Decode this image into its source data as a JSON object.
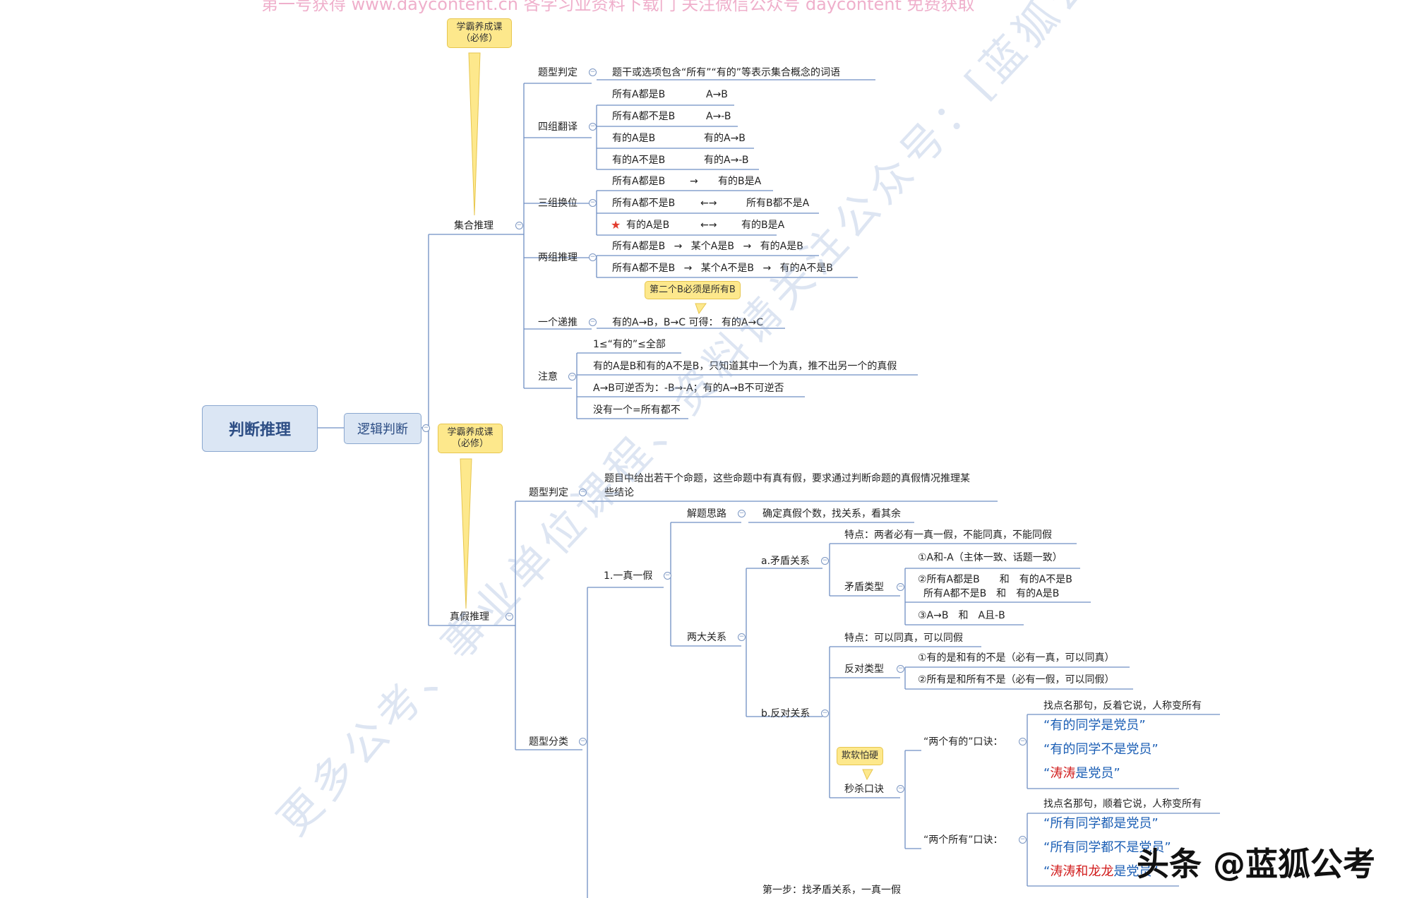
{
  "top_text": "第一号获得 www.daycontent.cn 各学习业资料下载门 关注微信公众号 daycontent 免费获取",
  "watermark": "更多公考、事业单位课程、资料请关注公众号：[蓝狐公考]",
  "brand": "头条 @蓝狐公考",
  "root": "判断推理",
  "sub": "逻辑判断",
  "callout_course": "学霸养成课\n（必修）",
  "callout_second_b": "第二个B必须是所有B",
  "callout_soft": "欺软怕硬",
  "set": {
    "title": "集合推理",
    "type_judge": "题型判定",
    "type_judge_text": "题干或选项包含“所有”“有的”等表示集合概念的词语",
    "four": "四组翻译",
    "four_rows": [
      [
        "所有A都是B",
        "A→B"
      ],
      [
        "所有A都不是B",
        "A→-B"
      ],
      [
        "有的A是B",
        "有的A→B"
      ],
      [
        "有的A不是B",
        "有的A→-B"
      ]
    ],
    "three": "三组换位",
    "three_rows": [
      [
        "所有A都是B",
        "→",
        "有的B是A"
      ],
      [
        "所有A都不是B",
        "←→",
        "所有B都不是A"
      ],
      [
        "有的A是B",
        "←→",
        "有的B是A"
      ]
    ],
    "two": "两组推理",
    "two_rows": [
      "所有A都是B → 某个A是B → 有的A是B",
      "所有A都不是B → 某个A不是B → 有的A不是B"
    ],
    "one": "一个递推",
    "one_text": "有的A→B，B→C 可得： 有的A→C",
    "note": "注意",
    "note_rows": [
      "1≤“有的”≤全部",
      "有的A是B和有的A不是B，只知道其中一个为真，推不出另一个的真假",
      "A→B可逆否为：-B→-A；有的A→B不可逆否",
      "没有一个=所有都不"
    ]
  },
  "tf": {
    "title": "真假推理",
    "type_judge": "题型判定",
    "type_judge_text1": "题目中给出若干个命题，这些命题中有真有假，要求通过判断命题的真假情况推理某",
    "type_judge_text2": "些结论",
    "classify": "题型分类",
    "one_true": "1.一真一假",
    "approach": "解题思路",
    "approach_text": "确定真假个数，找关系，看其余",
    "two_rel": "两大关系",
    "contra": "a.矛盾关系",
    "contra_feature": "特点：两者必有一真一假，不能同真，不能同假",
    "contra_type": "矛盾类型",
    "contra_items": [
      "①A和-A（主体一致、话题一致）",
      "②所有A都是B　　和　有的A不是B",
      "所有A都不是B　和　有的A是B",
      "③A→B　和　A且-B"
    ],
    "contrary": "b.反对关系",
    "contrary_feature": "特点：可以同真，可以同假",
    "contrary_type": "反对类型",
    "contrary_items": [
      "①有的是和有的不是（必有一真，可以同真）",
      "②所有是和所有不是（必有一假，可以同假）"
    ],
    "trick": "秒杀口诀",
    "two_some": "“两个有的”口诀：",
    "two_some_hint": "找点名那句，反着它说，人称变所有",
    "two_some_q": [
      "“有的同学是党员”",
      "“有的同学不是党员”"
    ],
    "two_some_q3_a": "“",
    "two_some_q3_red": "涛涛",
    "two_some_q3_b": "是党员”",
    "two_all": "“两个所有”口诀：",
    "two_all_hint": "找点名那句，顺着它说，人称变所有",
    "two_all_q": [
      "“所有同学都是党员”",
      "“所有同学都不是党员”"
    ],
    "two_all_q3_a": "“",
    "two_all_q3_red": "涛涛和龙龙",
    "two_all_q3_b": "是党员”",
    "step1": "第一步：找矛盾关系，一真一假"
  }
}
